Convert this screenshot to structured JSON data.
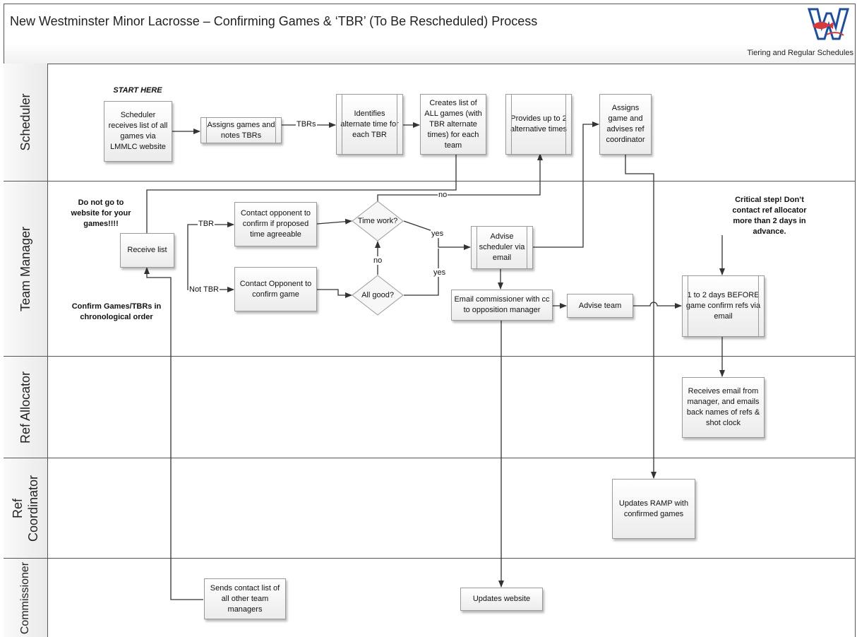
{
  "title": "New Westminster Minor Lacrosse – Confirming Games & ‘TBR’ (To Be Rescheduled) Process",
  "subtitle": "Tiering and Regular Schedules",
  "logo": {
    "letter": "W",
    "colors": {
      "blue": "#1e4f9c",
      "red": "#d63a3a"
    }
  },
  "lanes": [
    {
      "label": "Scheduler"
    },
    {
      "label": "Team Manager"
    },
    {
      "label": "Ref Allocator"
    },
    {
      "label_line1": "Ref",
      "label_line2": "Coordinator"
    },
    {
      "label": "Commissioner"
    }
  ],
  "notes": {
    "start_here": "START HERE",
    "do_not_go": "Do not go to website for your games!!!!",
    "confirm_order": "Confirm Games/TBRs in chronological order",
    "critical": "Critical step! Don’t contact ref allocator more than 2 days in advance."
  },
  "boxes": {
    "scheduler_receives": "Scheduler receives list of all games via LMMLC website",
    "assigns_games": "Assigns games and notes TBRs",
    "identifies_alt": "Identifies alternate time for each TBR",
    "creates_list": "Creates list of ALL games (with TBR alternate times) for each team",
    "provides_alt": "Provides up to 2 alternative times",
    "assigns_advises": "Assigns game and advises ref coordinator",
    "receive_list": "Receive list",
    "contact_tbr": "Contact opponent to confirm if proposed time agreeable",
    "contact_game": "Contact Opponent to confirm game",
    "advise_scheduler": "Advise scheduler via email",
    "email_commissioner": "Email commissioner with cc to opposition manager",
    "advise_team": "Advise team",
    "confirm_refs": "1 to 2 days BEFORE game confirm refs via email",
    "receives_email": "Receives email from manager, and emails back names of refs & shot clock",
    "updates_ramp": "Updates RAMP with confirmed games",
    "sends_contact": "Sends contact list of all other team managers",
    "updates_website": "Updates website"
  },
  "decisions": {
    "time_work": "Time work?",
    "all_good": "All good?"
  },
  "edge_labels": {
    "tbrs": "TBRs",
    "tbr": "TBR",
    "not_tbr": "Not TBR",
    "no_top": "no",
    "yes_1": "yes",
    "no_mid": "no",
    "yes_2": "yes"
  }
}
